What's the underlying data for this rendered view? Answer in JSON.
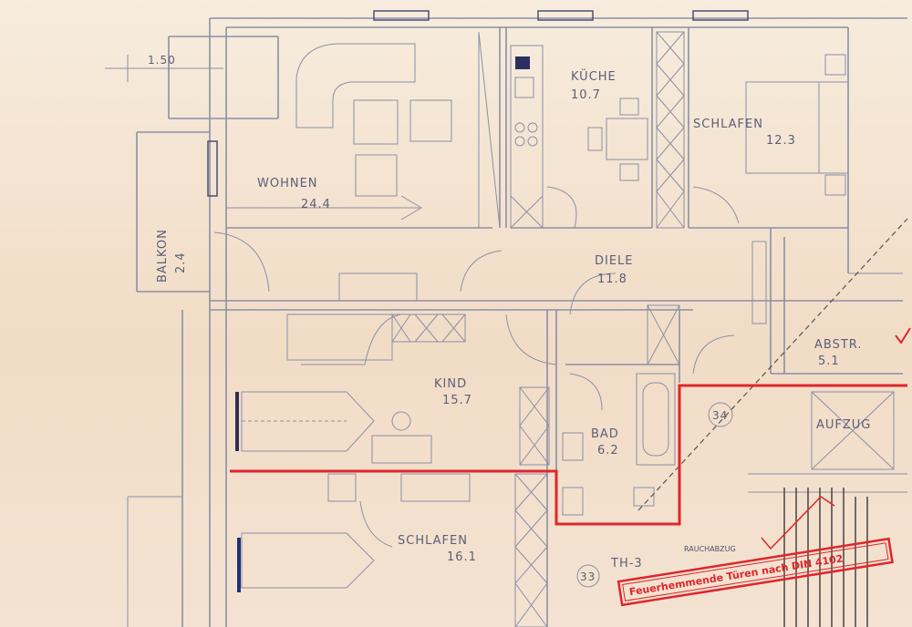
{
  "dimension": {
    "label": "1.50"
  },
  "rooms": [
    {
      "id": "wohnen",
      "name": "WOHNEN",
      "area": "24.4"
    },
    {
      "id": "kueche",
      "name": "KÜCHE",
      "area": "10.7"
    },
    {
      "id": "schlafen-top",
      "name": "SCHLAFEN",
      "area": "12.3"
    },
    {
      "id": "balkon",
      "name": "BALKON",
      "area": "2.4"
    },
    {
      "id": "diele",
      "name": "DIELE",
      "area": "11.8"
    },
    {
      "id": "abstr",
      "name": "ABSTR.",
      "area": "5.1"
    },
    {
      "id": "kind",
      "name": "KIND",
      "area": "15.7"
    },
    {
      "id": "bad",
      "name": "BAD",
      "area": "6.2"
    },
    {
      "id": "aufzug",
      "name": "AUFZUG",
      "area": ""
    },
    {
      "id": "schlafen-bottom",
      "name": "SCHLAFEN",
      "area": "16.1"
    }
  ],
  "labels": {
    "th3": "TH-3",
    "rauchabzug": "RAUCHABZUG",
    "circle34": "34",
    "circle33": "33"
  },
  "stamp": {
    "text": "Feuerhemmende Türen nach DIN 4102"
  },
  "colors": {
    "paper": "#f3e6d2",
    "lines": "#8b8fa6",
    "annotation": "#e0252c"
  }
}
